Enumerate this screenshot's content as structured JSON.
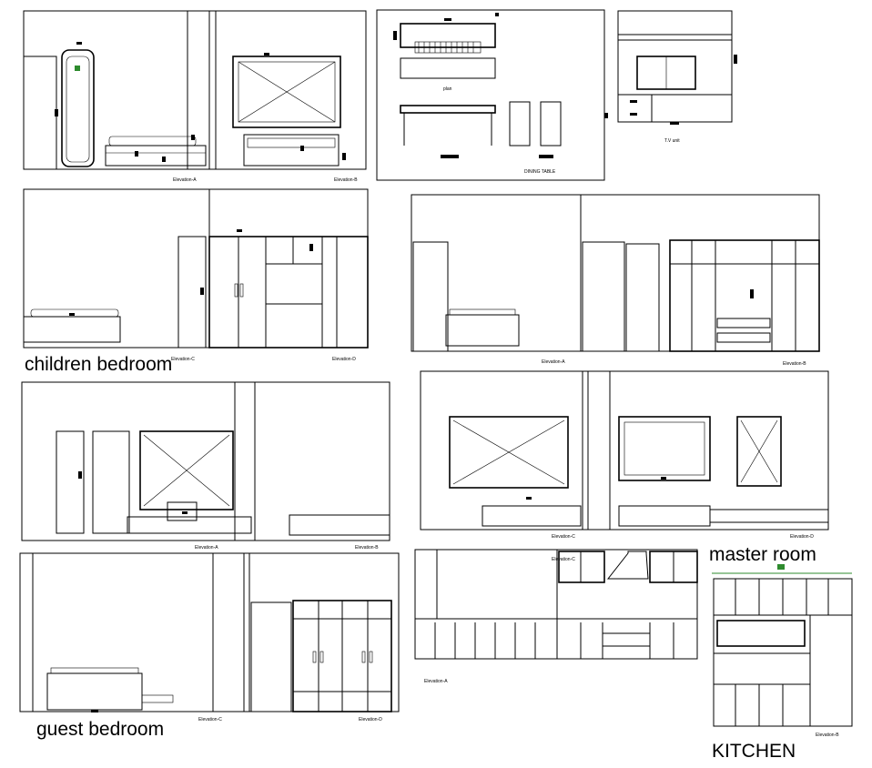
{
  "sheet": {
    "dining": {
      "plan_label": "plan",
      "title": "DINING TABLE"
    },
    "tv": {
      "title": "T.V unit"
    },
    "living": {
      "elev_a": "Elevation-A",
      "elev_b": "Elevation-B"
    },
    "children": {
      "title": "children bedroom",
      "elev_c": "Elevation-C",
      "elev_d": "Elevation-D"
    },
    "bedroom2": {
      "elev_a": "Elevation-A",
      "elev_b": "Elevation-B"
    },
    "bedroom3": {
      "elev_a": "Elevation-A",
      "elev_b": "Elevation-B"
    },
    "master": {
      "title": "master room",
      "elev_c": "Elevation-C",
      "elev_d": "Elevation-D"
    },
    "guest": {
      "title": "guest bedroom",
      "elev_c": "Elevation-C",
      "elev_d": "Elevation-D"
    },
    "kitchen": {
      "title": "KITCHEN",
      "elev_a": "Elevation-A",
      "elev_c": "Elevation-C",
      "elev_b": "Elevation-B"
    }
  },
  "colors": {
    "line": "#000000",
    "accent_green": "#2e8b2e",
    "background": "#ffffff"
  }
}
